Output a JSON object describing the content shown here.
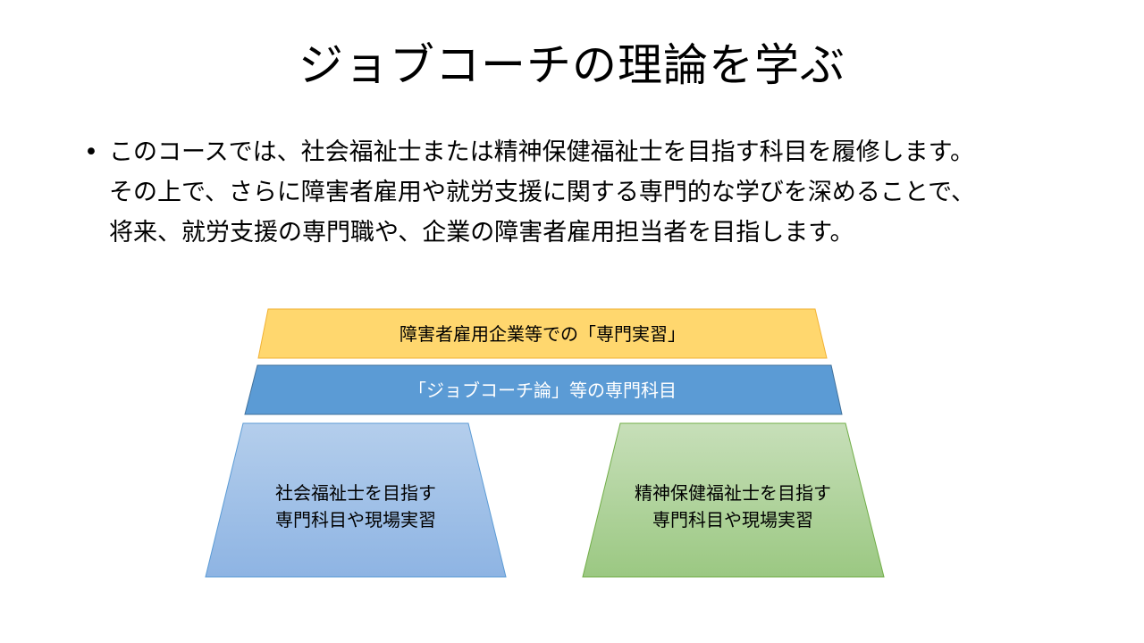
{
  "slide": {
    "title": "ジョブコーチの理論を学ぶ",
    "bullet": {
      "marker": "•",
      "lines": [
        "このコースでは、社会福祉士または精神保健福祉士を目指す科目を履修します。",
        "その上で、さらに障害者雇用や就労支援に関する専門的な学びを深めることで、",
        "将来、就労支援の専門職や、企業の障害者雇用担当者を目指します。"
      ]
    }
  },
  "diagram": {
    "top_tier": {
      "label": "障害者雇用企業等での「専門実習」",
      "fill": "#FFD76E",
      "stroke": "#F2B233",
      "text_color": "#000000"
    },
    "middle_tier": {
      "label": "「ジョブコーチ論」等の専門科目",
      "fill": "#5B9BD5",
      "stroke": "#41719C",
      "text_color": "#FFFFFF"
    },
    "left_base": {
      "line1": "社会福祉士を目指す",
      "line2": "専門科目や現場実習",
      "fill_top": "#B4CEEC",
      "fill_bottom": "#8EB4E3",
      "stroke": "#5B9BD5",
      "text_color": "#000000"
    },
    "right_base": {
      "line1": "精神保健福祉士を目指す",
      "line2": "専門科目や現場実習",
      "fill_top": "#C7DFB9",
      "fill_bottom": "#9BC882",
      "stroke": "#70AD47",
      "text_color": "#000000"
    }
  }
}
